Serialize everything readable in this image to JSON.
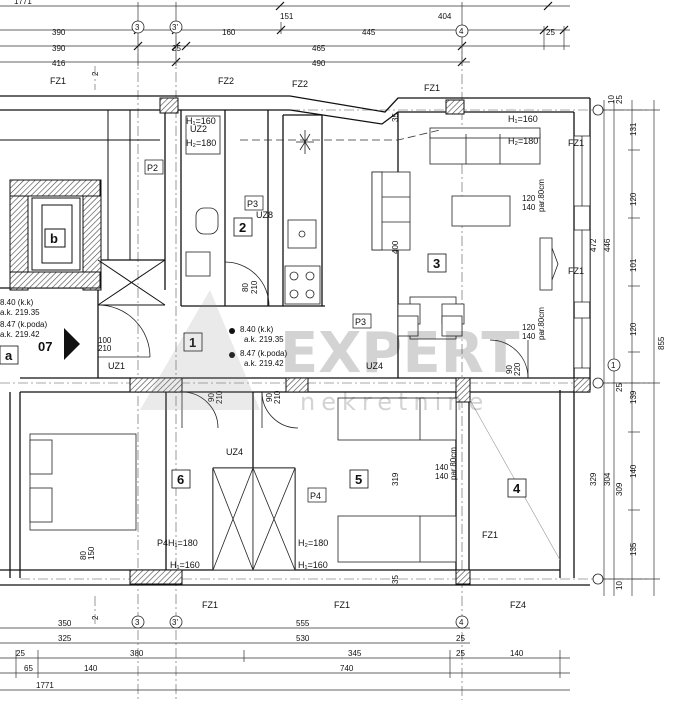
{
  "dims_top": {
    "total": "1771",
    "r1": [
      "151",
      "404"
    ],
    "r2": [
      "390",
      "160",
      "445",
      "25"
    ],
    "r3": [
      "390",
      "25",
      "465"
    ],
    "r4": [
      "416",
      "490"
    ]
  },
  "dims_bottom": {
    "r1": [
      "350",
      "555"
    ],
    "r2": [
      "325",
      "530",
      "25"
    ],
    "r3": [
      "25",
      "380",
      "345",
      "25"
    ],
    "r4": [
      "65",
      "140",
      "740",
      "140"
    ],
    "total": "1771"
  },
  "dims_right": {
    "outer": "855",
    "col1": [
      "472",
      "329"
    ],
    "col2": [
      "446",
      "304"
    ],
    "col3": [
      "131",
      "120",
      "101",
      "120",
      "139",
      "140",
      "135"
    ],
    "col3b": [
      "309"
    ],
    "small": [
      "10",
      "25",
      "25",
      "10"
    ]
  },
  "axes": [
    "3",
    "3'",
    "4",
    "2",
    "1"
  ],
  "rooms": {
    "r1": "1",
    "r2": "2",
    "r3": "3",
    "r4": "4",
    "r5": "5",
    "r6": "6",
    "a": "a",
    "b": "b",
    "unit": "07"
  },
  "tags": {
    "fz1": "FZ1",
    "fz2": "FZ2",
    "fz4": "FZ4",
    "p2": "P2",
    "p3": "P3",
    "p4": "P4",
    "uz1": "UZ1",
    "uz2": "UZ2",
    "uz4": "UZ4",
    "uz8": "UZ8"
  },
  "heights": {
    "h1_160": "H₁=160",
    "h2_180": "H₂=180",
    "p4_h180": "P4H₁=180",
    "h1_160b": "H₁=160"
  },
  "openings": {
    "d80_210": [
      "80",
      "210"
    ],
    "d90_210": [
      "90",
      "210"
    ],
    "d100_210": [
      "100",
      "210"
    ],
    "d90_220": [
      "90",
      "220"
    ],
    "w120_140": [
      "120",
      "140"
    ],
    "w140_140": [
      "140",
      "140"
    ],
    "w80_150": [
      "80",
      "150"
    ],
    "parapet": "par.80cm"
  },
  "levels": {
    "left_kk": "8.40 (k.k)",
    "left_ak1": "a.k. 219.35",
    "left_kp": "8.47 (k.poda)",
    "left_ak2": "a.k. 219.42",
    "mid_kk": "8.40 (k.k)",
    "mid_ak1": "a.k. 219.35",
    "mid_kp": "8.47 (k.poda)",
    "mid_ak2": "a.k. 219.42"
  },
  "misc": {
    "cab_400": "400",
    "wall_319": "319",
    "h_35": "35",
    "h_65": "65"
  },
  "watermark": {
    "brand": "EXPERT",
    "sub": "nekretnine"
  },
  "colors": {
    "line": "#111111",
    "dim": "#333333",
    "hatch": "#555555",
    "axis": "#222222"
  }
}
